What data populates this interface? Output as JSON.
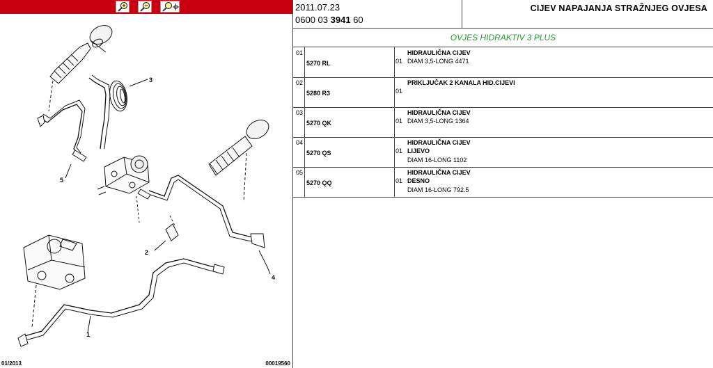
{
  "toolbar": {
    "zoom_in_icon": "zoom-in-icon",
    "zoom_out_icon": "zoom-out-icon",
    "zoom_fit_icon": "zoom-fit-icon",
    "color": "#c8000f"
  },
  "diagram": {
    "callouts": [
      "1",
      "2",
      "3",
      "4",
      "5"
    ],
    "footer_left": "01/2013",
    "footer_right": "00019560"
  },
  "header": {
    "date": "2011.07.23",
    "ref_prefix": "0600 03",
    "ref_bold": "3941",
    "ref_suffix": "60",
    "title": "CIJEV NAPAJANJA STRAŽNJEG OVJESA"
  },
  "subtitle": {
    "text": "OVJES HIDRAKTIV 3 PLUS",
    "color": "#1e9e28"
  },
  "parts": [
    {
      "num": "01",
      "code": "5270 RL",
      "name": "HIDRAULIČNA CIJEV",
      "qty": "01",
      "lines": [
        {
          "text": "DIAM 3,5-LONG 4471",
          "bold": false
        }
      ]
    },
    {
      "num": "02",
      "code": "5280 R3",
      "name": "PRIKLJUČAK 2 KANALA HID.CIJEVI",
      "qty": "01",
      "lines": []
    },
    {
      "num": "03",
      "code": "5270 QK",
      "name": "HIDRAULIČNA CIJEV",
      "qty": "01",
      "lines": [
        {
          "text": "DIAM 3,5-LONG 1364",
          "bold": false
        }
      ]
    },
    {
      "num": "04",
      "code": "5270 QS",
      "name": "HIDRAULIČNA CIJEV",
      "qty": "01",
      "lines": [
        {
          "text": "LIJEVO",
          "bold": true
        },
        {
          "text": "DIAM 16-LONG 1102",
          "bold": false
        }
      ]
    },
    {
      "num": "05",
      "code": "5270 QQ",
      "name": "HIDRAULIČNA CIJEV",
      "qty": "01",
      "lines": [
        {
          "text": "DESNO",
          "bold": true
        },
        {
          "text": "DIAM 16-LONG 792.5",
          "bold": false
        }
      ]
    }
  ]
}
